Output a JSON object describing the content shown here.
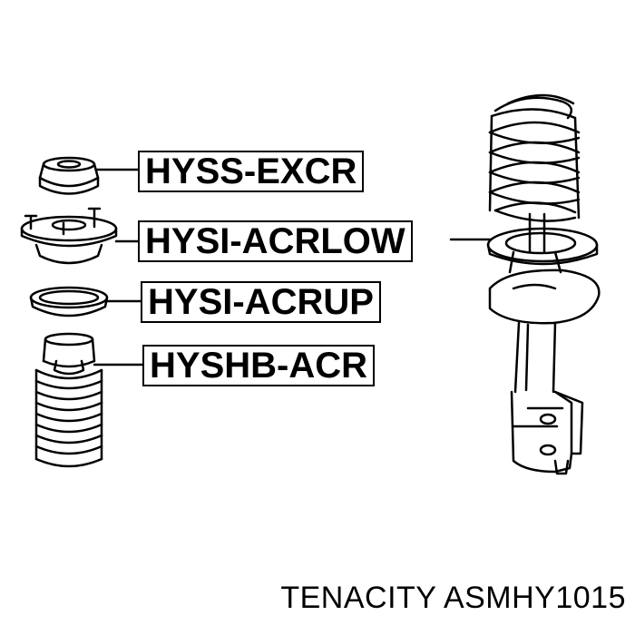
{
  "labels": {
    "upper_mount": "HYSS-EXCR",
    "lower_spring_seat": "HYSI-ACRLOW",
    "upper_spring_seat": "HYSI-ACRUP",
    "dust_boot": "HYSHB-ACR"
  },
  "caption": "TENACITY ASMHY1015",
  "colors": {
    "ink": "#000000",
    "background": "#ffffff"
  }
}
